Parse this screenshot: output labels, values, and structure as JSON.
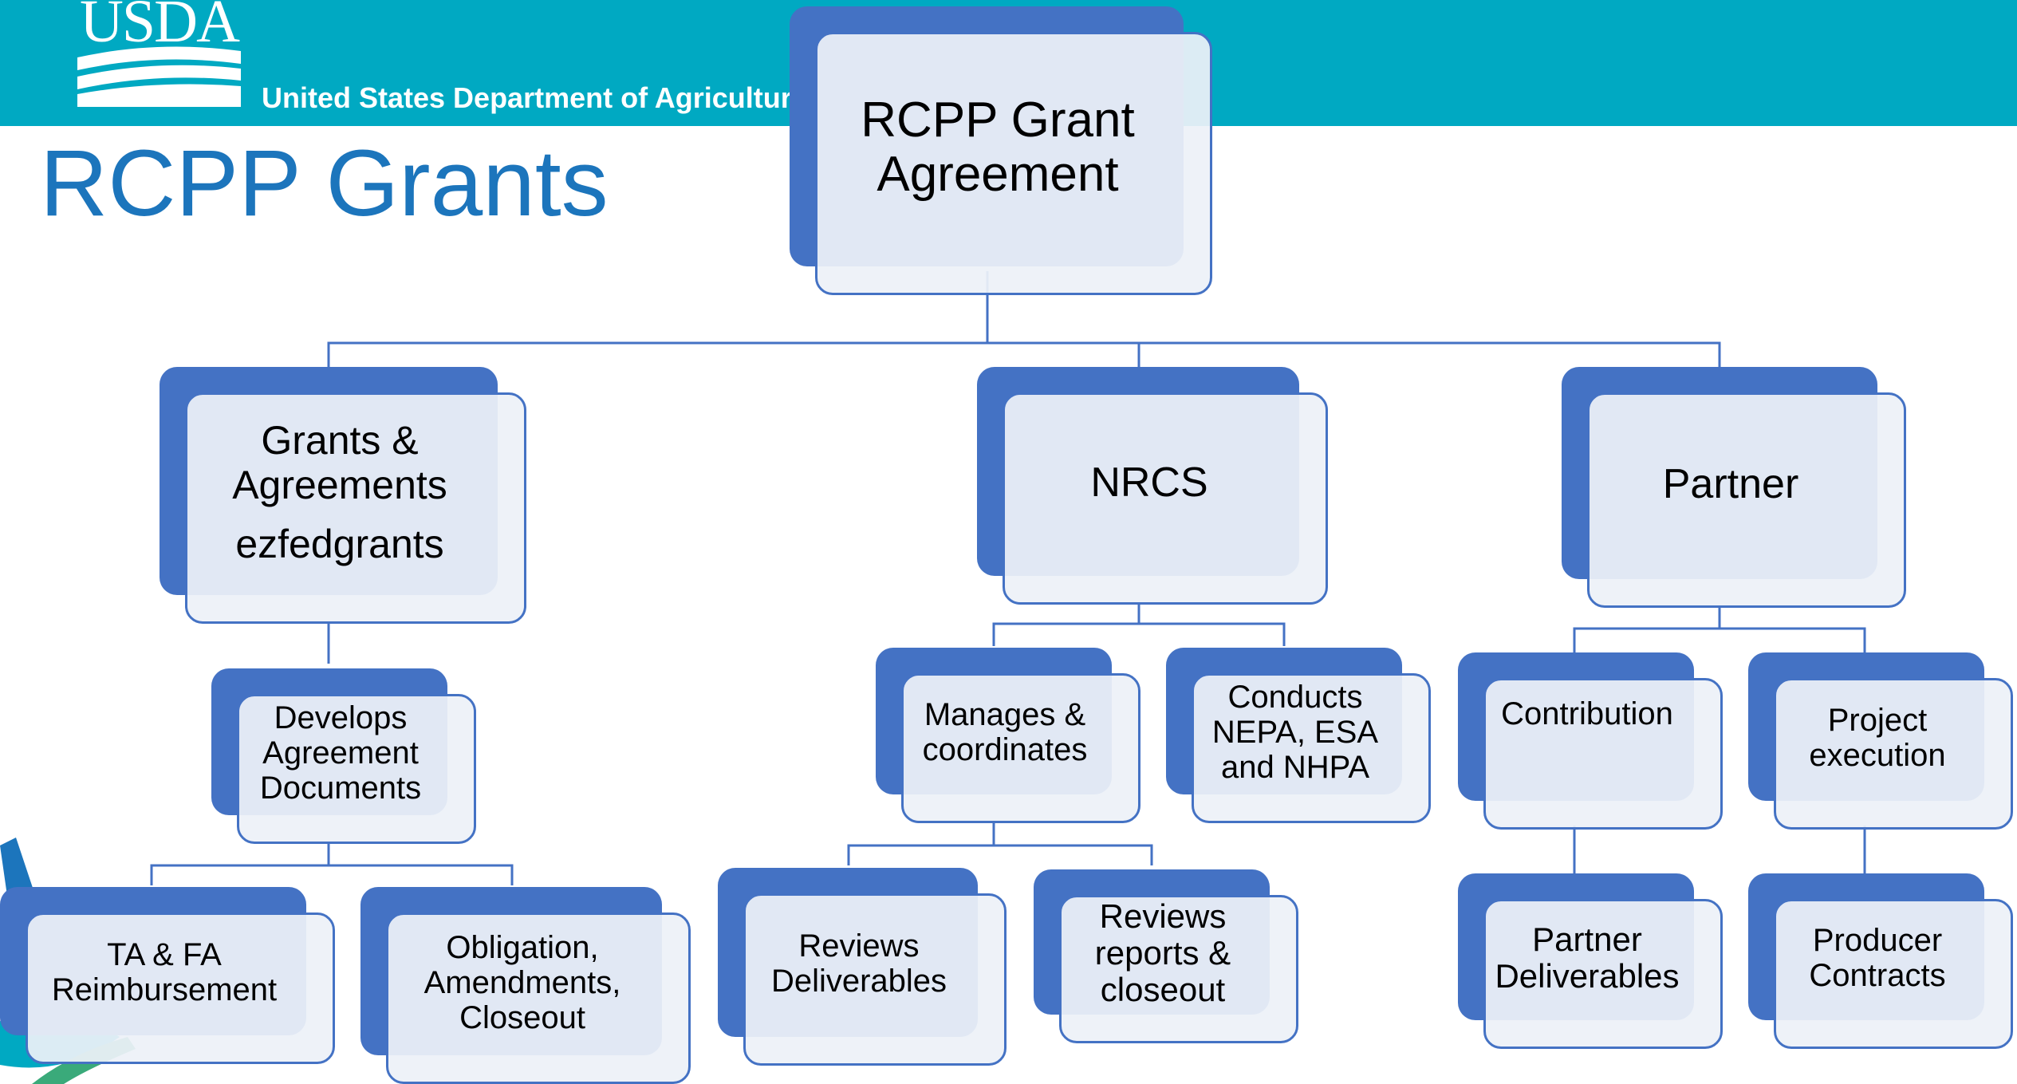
{
  "header": {
    "logo_text": "USDA",
    "department": "United States Department of Agriculture"
  },
  "title": "RCPP Grants",
  "colors": {
    "banner": "#00A9C2",
    "title": "#1C75BC",
    "box_shadow": "#4472C4",
    "box_fill": "#EDF1F8",
    "connector": "#4472C4"
  },
  "org_chart": {
    "root": {
      "lines": [
        "RCPP Grant",
        "Agreement"
      ]
    },
    "branches": [
      {
        "lines": [
          "Grants &",
          "Agreements",
          "ezfedgrants"
        ],
        "children": [
          {
            "lines": [
              "Develops",
              "Agreement",
              "Documents"
            ],
            "children": [
              {
                "lines": [
                  "TA & FA",
                  "Reimbursement"
                ]
              },
              {
                "lines": [
                  "Obligation,",
                  "Amendments,",
                  "Closeout"
                ]
              }
            ]
          }
        ]
      },
      {
        "lines": [
          "NRCS"
        ],
        "children": [
          {
            "lines": [
              "Manages &",
              "coordinates"
            ],
            "children": [
              {
                "lines": [
                  "Reviews",
                  "Deliverables"
                ]
              },
              {
                "lines": [
                  "Reviews",
                  "reports &",
                  "closeout"
                ]
              }
            ]
          },
          {
            "lines": [
              "Conducts",
              "NEPA, ESA",
              "and NHPA"
            ]
          }
        ]
      },
      {
        "lines": [
          "Partner"
        ],
        "children": [
          {
            "lines": [
              "Contribution"
            ],
            "children": [
              {
                "lines": [
                  "Partner",
                  "Deliverables"
                ]
              }
            ]
          },
          {
            "lines": [
              "Project",
              "execution"
            ],
            "children": [
              {
                "lines": [
                  "Producer",
                  "Contracts"
                ]
              }
            ]
          }
        ]
      }
    ]
  }
}
